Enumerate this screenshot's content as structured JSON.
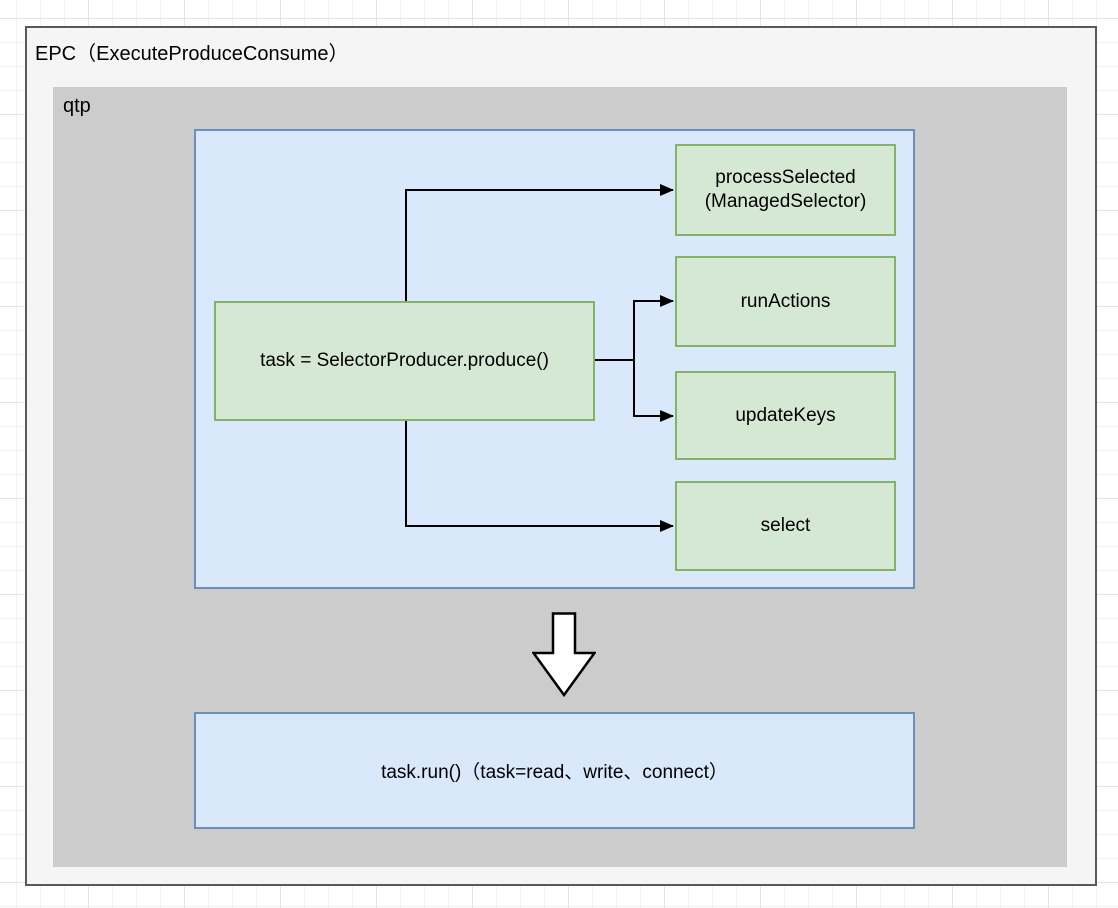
{
  "diagram": {
    "title": "EPC（ExecuteProduceConsume）",
    "qtp_label": "qtp",
    "producer": {
      "label": "task = SelectorProducer.produce()"
    },
    "targets": [
      {
        "label": "processSelected",
        "sublabel": "(ManagedSelector)"
      },
      {
        "label": "runActions"
      },
      {
        "label": "updateKeys"
      },
      {
        "label": "select"
      }
    ],
    "bottom": {
      "label": "task.run()（task=read、write、connect）"
    },
    "icons": {
      "big_down_arrow": "down-arrow"
    },
    "colors": {
      "grid_minor": "#f2f2f2",
      "grid_major": "#e4e4e4",
      "outer_fill": "#f5f5f5",
      "outer_border": "#595959",
      "qtp_fill": "#cccccc",
      "panel_fill": "#dae8fc",
      "panel_border": "#6c8ebf",
      "node_fill": "#d5e8d4",
      "node_border": "#82b366",
      "connector": "#000000",
      "big_arrow_fill": "#ffffff"
    }
  }
}
